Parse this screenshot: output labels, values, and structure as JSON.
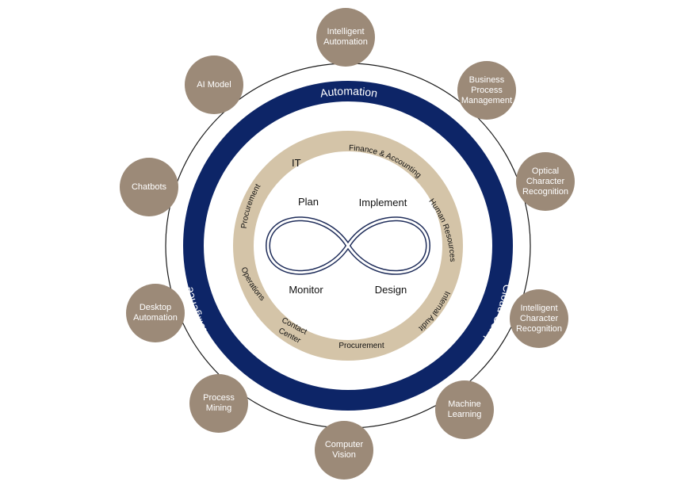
{
  "outer_ring": {
    "top_label": "Automation",
    "left_label": "Artificial Intelligence",
    "right_label": "Cloud Competencies"
  },
  "middle_ring": {
    "labels": {
      "it": "IT",
      "finance": "Finance & Accounting",
      "human_resources": "Human Resources",
      "internal_audit": "Internal Audit",
      "procurement_bottom": "Procurement",
      "contact_center_line1": "Contact",
      "contact_center_line2": "Center",
      "operations": "Operations",
      "procurement_left": "Procurement"
    }
  },
  "center": {
    "plan": "Plan",
    "implement": "Implement",
    "monitor": "Monitor",
    "design": "Design"
  },
  "nodes": [
    {
      "id": "intelligent-automation",
      "label": "Intelligent\nAutomation"
    },
    {
      "id": "business-process-management",
      "label": "Business Process\nManagement"
    },
    {
      "id": "optical-character-recognition",
      "label": "Optical\nCharacter\nRecognition"
    },
    {
      "id": "intelligent-character-recognition",
      "label": "Intelligent\nCharacter\nRecognition"
    },
    {
      "id": "machine-learning",
      "label": "Machine\nLearning"
    },
    {
      "id": "computer-vision",
      "label": "Computer\nVision"
    },
    {
      "id": "process-mining",
      "label": "Process\nMining"
    },
    {
      "id": "desktop-automation",
      "label": "Desktop\nAutomation"
    },
    {
      "id": "chatbots",
      "label": "Chatbots"
    },
    {
      "id": "ai-model",
      "label": "AI Model"
    }
  ],
  "colors": {
    "navy": "#0d2567",
    "tan": "#d4c4a8",
    "node": "#9c8a78",
    "outline": "#1a1a1a"
  }
}
